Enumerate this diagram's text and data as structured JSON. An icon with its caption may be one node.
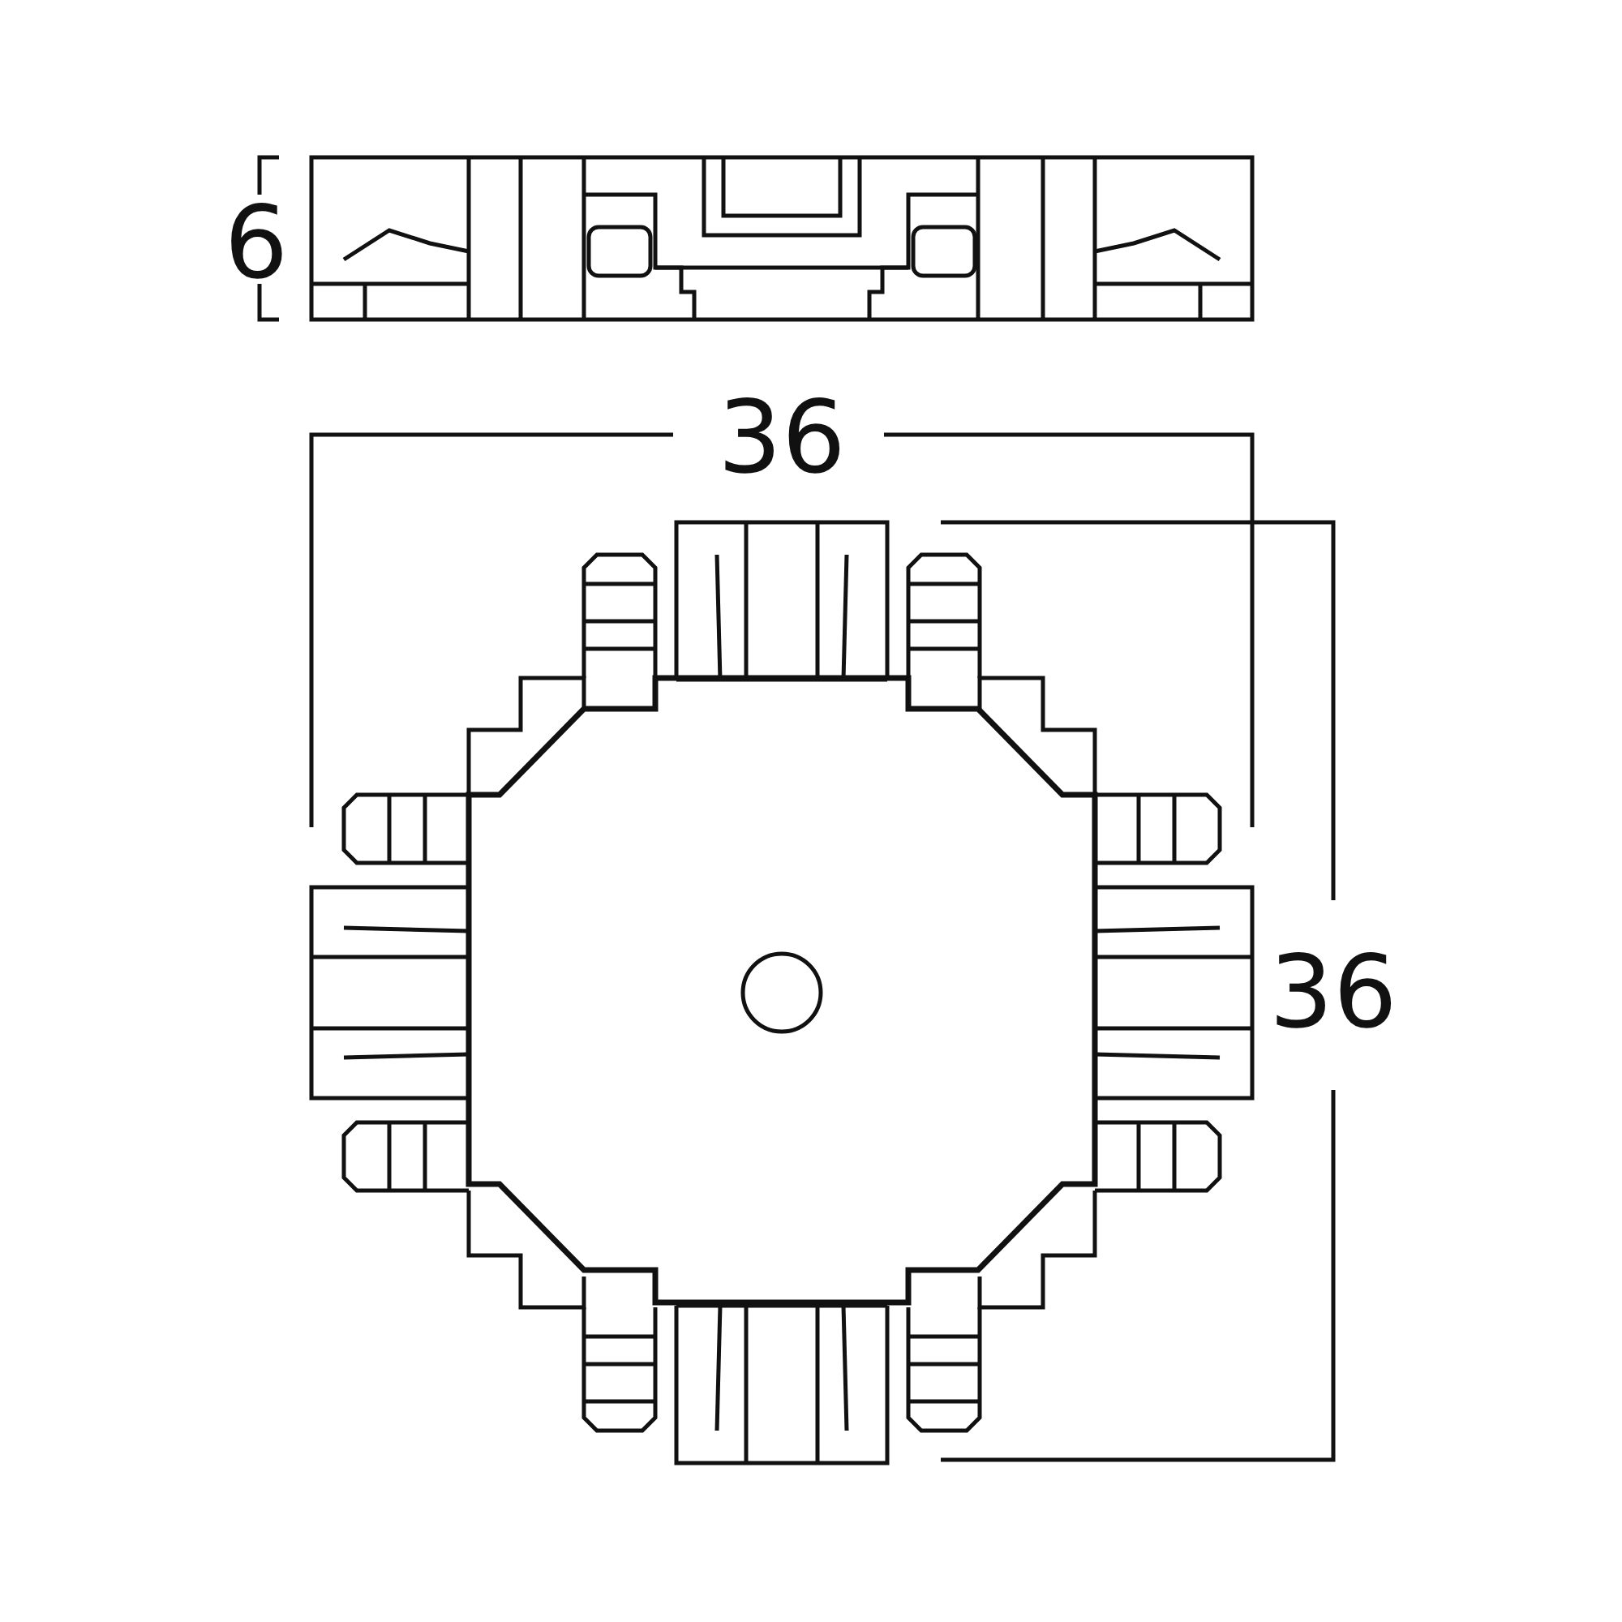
{
  "diagram": {
    "labels": [
      "6",
      "36",
      "36"
    ]
  }
}
